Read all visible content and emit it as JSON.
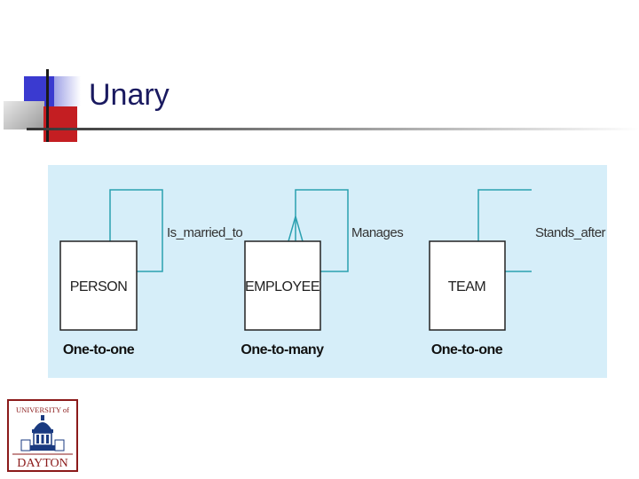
{
  "slide": {
    "title": "Unary"
  },
  "colors": {
    "title": "#1a1a60",
    "diagram_bg": "#d6eef9",
    "line": "#2aa0b0",
    "logo_red": "#8b1a1a",
    "logo_blue": "#1a3a80"
  },
  "diagram": {
    "entities": [
      {
        "name": "PERSON",
        "relationship": "Is_married_to",
        "cardinality": "One-to-one"
      },
      {
        "name": "EMPLOYEE",
        "relationship": "Manages",
        "cardinality": "One-to-many"
      },
      {
        "name": "TEAM",
        "relationship": "Stands_after",
        "cardinality": "One-to-one"
      }
    ]
  },
  "logo": {
    "top_text": "UNIVERSITY of",
    "bottom_text": "DAYTON"
  }
}
